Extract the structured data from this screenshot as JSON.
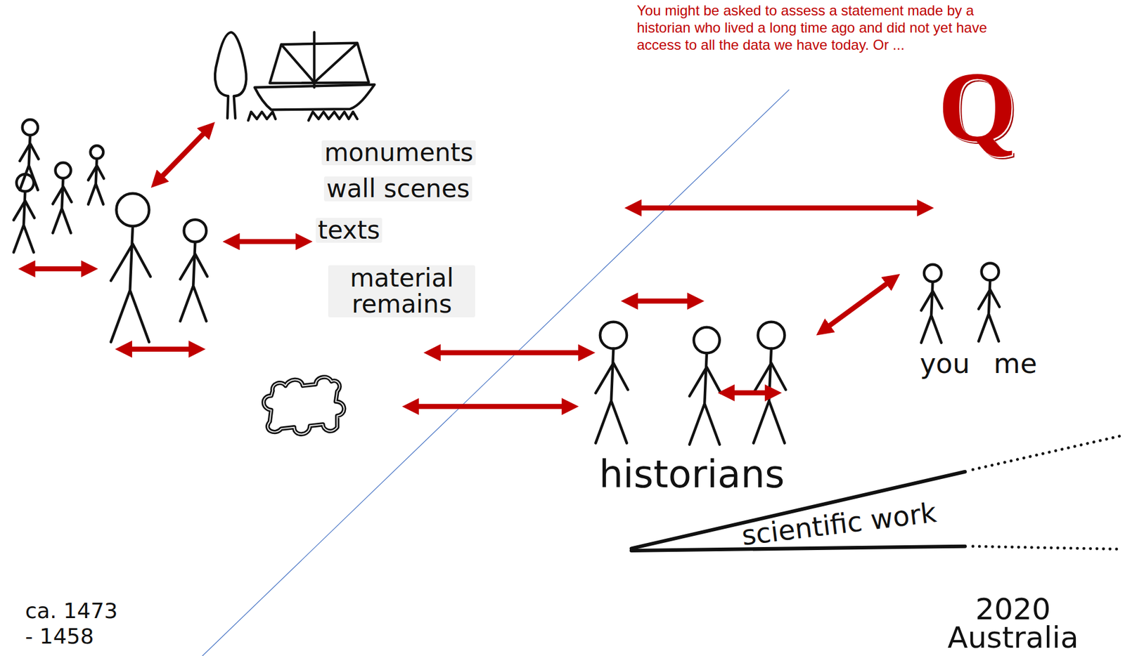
{
  "diagram": {
    "nodes": [
      {
        "text": [
          "monuments",
          "wall scenes",
          "texts",
          "material remains"
        ]
      }
    ],
    "labels": [
      "You might be asked to assess a statement made by a historian who lived a long time ago and did not yet have access to all the data we have today. Or ...",
      "Q",
      "you",
      "me",
      "historians",
      "scientific work",
      "ca. 1473 - 1458",
      "2020 Australia"
    ]
  }
}
